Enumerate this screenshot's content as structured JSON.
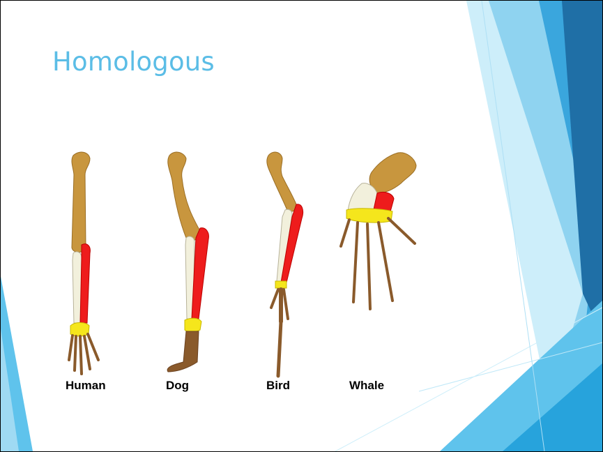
{
  "slide": {
    "title": "Homologous"
  },
  "figure": {
    "labels": {
      "human": "Human",
      "dog": "Dog",
      "bird": "Bird",
      "whale": "Whale"
    },
    "bone_colors": {
      "humerus": "#c8963e",
      "ulna": "#f2f0dc",
      "radius": "#ee1c1c",
      "carpals": "#f5e61c",
      "digits": "#8a5a2b"
    }
  },
  "theme": {
    "accent_light": "#8fd3f0",
    "accent_mid": "#3aa6dd",
    "accent_dark": "#1f6fa6"
  }
}
